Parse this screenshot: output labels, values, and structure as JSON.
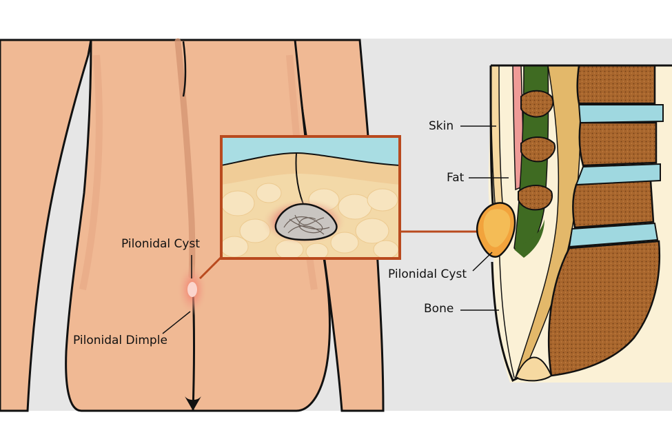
{
  "labels": {
    "left_cyst": "Pilonidal Cyst",
    "left_dimple": "Pilonidal Dimple",
    "skin": "Skin",
    "fat": "Fat",
    "right_cyst": "Pilonidal Cyst",
    "bone": "Bone"
  },
  "colors": {
    "background_panel": "#e6e6e6",
    "skin_tone": "#f0b994",
    "skin_shadow": "#d69673",
    "fat_layer": "#f3d9a8",
    "skin_surface_blue": "#a9dde3",
    "cyst_outline": "#c05a2e",
    "inflammation": "#e98a7a",
    "muscle_green": "#3f6b22",
    "bone_spongy": "#a8662d",
    "disc_blue": "#9fd8e0"
  }
}
